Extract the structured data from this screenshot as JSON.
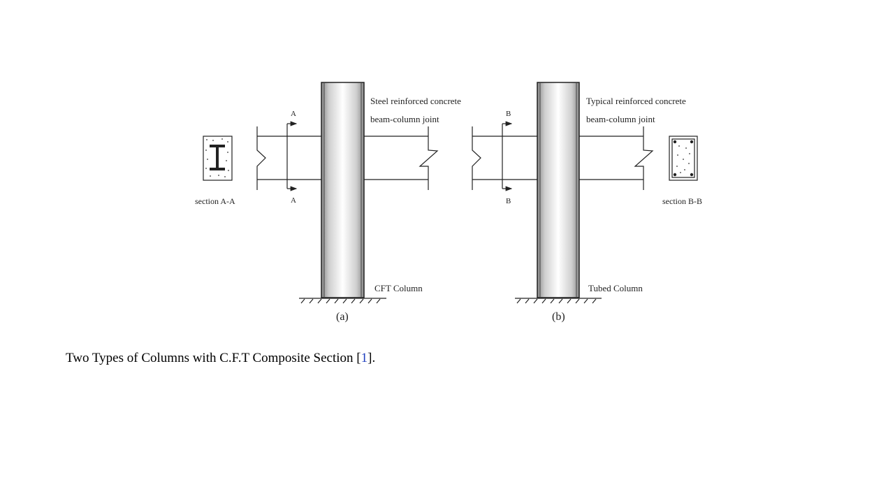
{
  "diagram": {
    "panel_a": {
      "label": "(a)",
      "joint_label_1": "Steel reinforced concrete",
      "joint_label_2": "beam-column joint",
      "column_label": "CFT Column",
      "section_label": "section A-A",
      "cut_mark": "A"
    },
    "panel_b": {
      "label": "(b)",
      "joint_label_1": "Typical reinforced concrete",
      "joint_label_2": "beam-column joint",
      "column_label": "Tubed Column",
      "section_label": "section B-B",
      "cut_mark": "B"
    }
  },
  "caption": {
    "text_before": "Two Types of Columns with C.F.T Composite Section [",
    "ref": "1",
    "text_after": "]."
  },
  "colors": {
    "line": "#222222",
    "caption_ref": "#1f3fbf"
  }
}
